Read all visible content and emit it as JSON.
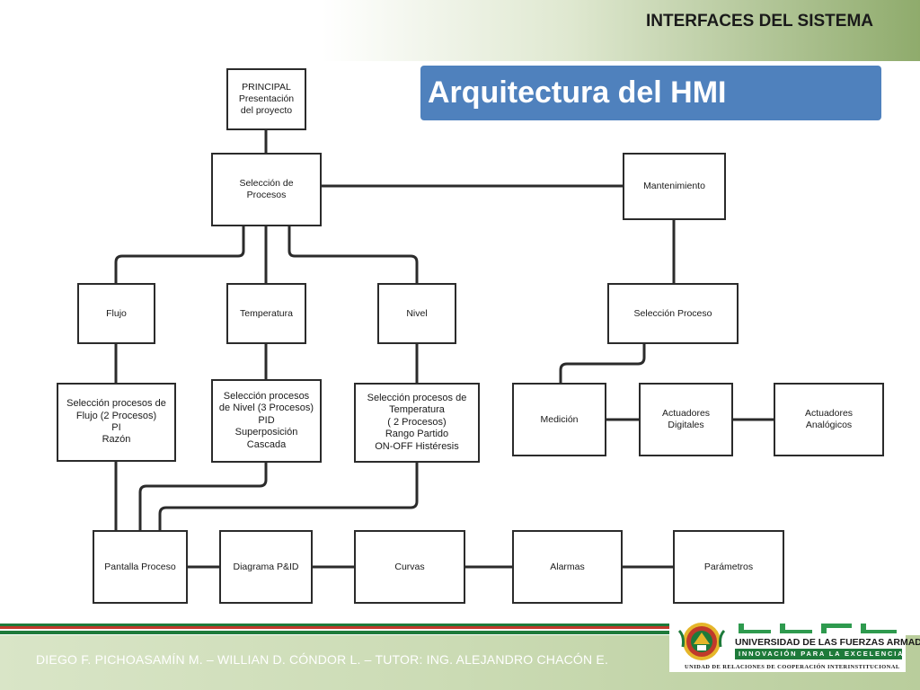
{
  "header": {
    "section_title": "INTERFACES DEL SISTEMA",
    "slide_title": "Arquitectura del HMI"
  },
  "diagram": {
    "nodes": {
      "principal": "PRINCIPAL\nPresentación\ndel proyecto",
      "seleccion_procesos": "Selección de\nProcesos",
      "mantenimiento": "Mantenimiento",
      "flujo": "Flujo",
      "temperatura": "Temperatura",
      "nivel": "Nivel",
      "seleccion_proceso": "Selección Proceso",
      "sel_flujo": "Selección procesos de\nFlujo (2 Procesos)\nPI\nRazón",
      "sel_nivel": "Selección procesos\nde Nivel (3 Procesos)\nPID\nSuperposición\nCascada",
      "sel_temperatura": "Selección procesos de\nTemperatura\n( 2 Procesos)\nRango Partido\nON-OFF Histéresis",
      "medicion": "Medición",
      "actuadores_digitales": "Actuadores\nDigitales",
      "actuadores_analogicos": "Actuadores\nAnalógicos",
      "pantalla_proceso": "Pantalla Proceso",
      "diagrama_pid": "Diagrama P&ID",
      "curvas": "Curvas",
      "alarmas": "Alarmas",
      "parametros": "Parámetros"
    }
  },
  "footer": {
    "authors": "DIEGO F. PICHOASAMÍN M. – WILLIAN D. CÓNDOR L. – TUTOR: ING. ALEJANDRO CHACÓN E.",
    "university": "UNIVERSIDAD DE LAS FUERZAS ARMADAS",
    "motto": "INNOVACIÓN PARA LA EXCELENCIA",
    "unit": "UNIDAD DE RELACIONES DE COOPERACIÓN INTERINSTITUCIONAL",
    "logo_name": "espe-logo",
    "colors": {
      "green": "#1e7a3a",
      "red": "#c0392b",
      "yellow": "#e5b62a"
    }
  },
  "colors": {
    "title_bar": "#4f81bd",
    "header_green": "#8fab6c",
    "node_border": "#2b2b2b"
  }
}
